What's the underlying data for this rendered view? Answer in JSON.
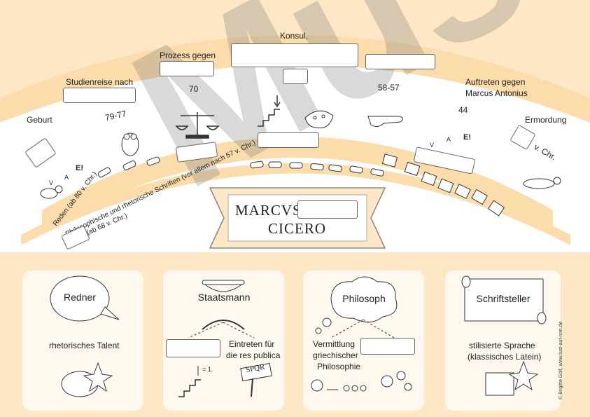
{
  "timeline": {
    "geburt": "Geburt",
    "studienreise": "Studienreise nach",
    "year_79_77": "79-77",
    "prozess": "Prozess gegen",
    "year_70": "70",
    "konsul": "Konsul,",
    "year_58_57": "58-57",
    "year_44": "44",
    "auftreten_line1": "Auftreten gegen",
    "auftreten_line2": "Marcus Antonius",
    "ermordung": "Ermordung",
    "v_chr": "v. Chr.",
    "reden": "Reden (ab 80 v. Chr.)",
    "philo_schriften": "Philosophische und rhetorische Schriften (vor allem nach 57 v. Chr.)",
    "ab_68": "(ab 68 v. Chr.)"
  },
  "title": {
    "line1": "MARCVS",
    "line2": "CICERO"
  },
  "panels": {
    "redner": {
      "title": "Redner",
      "text": "rhetorisches Talent"
    },
    "staatsmann": {
      "title": "Staatsmann",
      "text_line1": "Eintreten für",
      "text_line2": "die res publica",
      "stairs_label": "= 1.",
      "sign": "SPQR"
    },
    "philosoph": {
      "title": "Philosoph",
      "text_line1": "Vermittlung",
      "text_line2": "griechischer",
      "text_line3": "Philosophie"
    },
    "schriftsteller": {
      "title": "Schriftsteller",
      "text_line1": "stilisierte Sprache",
      "text_line2": "(klassisches Latein)"
    }
  },
  "speech_letters": [
    "V",
    "A",
    "E!"
  ],
  "watermark": "Muster",
  "credit": "© Brigitte Gölf, www.lust-auf-rom.de",
  "colors": {
    "background": "#fde7c4",
    "arc_band": "#fbdcaa",
    "sign_fill": "#fde7c4"
  }
}
